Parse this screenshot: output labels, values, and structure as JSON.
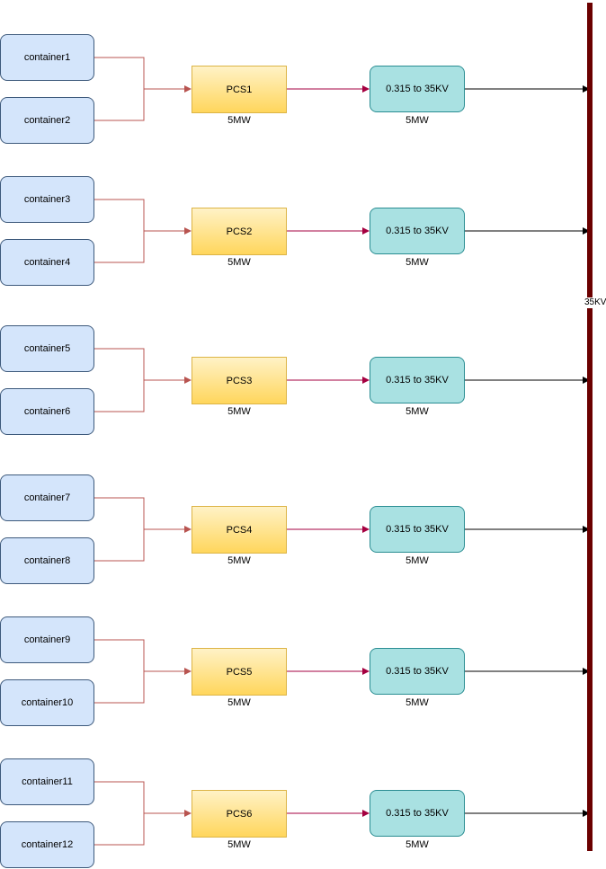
{
  "bus": {
    "label": "35KV",
    "color": "#6b0000"
  },
  "groups": [
    {
      "containers": [
        "container1",
        "container2"
      ],
      "pcs": "PCS1",
      "pcs_rating": "5MW",
      "transformer": "0.315 to 35KV",
      "transformer_rating": "5MW"
    },
    {
      "containers": [
        "container3",
        "container4"
      ],
      "pcs": "PCS2",
      "pcs_rating": "5MW",
      "transformer": "0.315 to 35KV",
      "transformer_rating": "5MW"
    },
    {
      "containers": [
        "container5",
        "container6"
      ],
      "pcs": "PCS3",
      "pcs_rating": "5MW",
      "transformer": "0.315 to 35KV",
      "transformer_rating": "5MW"
    },
    {
      "containers": [
        "container7",
        "container8"
      ],
      "pcs": "PCS4",
      "pcs_rating": "5MW",
      "transformer": "0.315 to 35KV",
      "transformer_rating": "5MW"
    },
    {
      "containers": [
        "container9",
        "container10"
      ],
      "pcs": "PCS5",
      "pcs_rating": "5MW",
      "transformer": "0.315 to 35KV",
      "transformer_rating": "5MW"
    },
    {
      "containers": [
        "container11",
        "container12"
      ],
      "pcs": "PCS6",
      "pcs_rating": "5MW",
      "transformer": "0.315 to 35KV",
      "transformer_rating": "5MW"
    }
  ],
  "colors": {
    "container_link": "#b85450",
    "pcs_link": "#a50040",
    "bus_link": "#000000"
  }
}
